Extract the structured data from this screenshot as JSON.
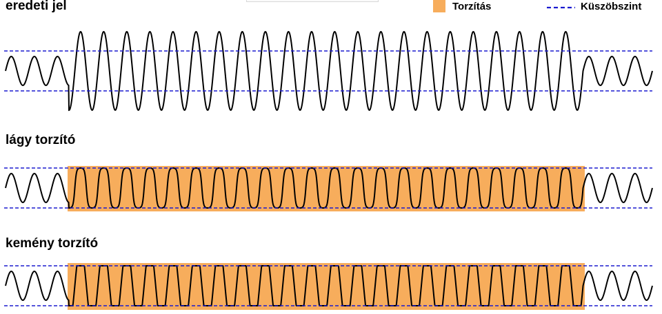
{
  "titles": {
    "original": "eredeti jel",
    "soft": "lágy torzító",
    "hard": "kemény torzító"
  },
  "legend": {
    "distortion": {
      "label": "Torzítás",
      "color": "#f7ad5c"
    },
    "threshold": {
      "label": "Küszöbszint",
      "color": "#1a1acf"
    }
  },
  "colors": {
    "signal": "#000000"
  }
}
